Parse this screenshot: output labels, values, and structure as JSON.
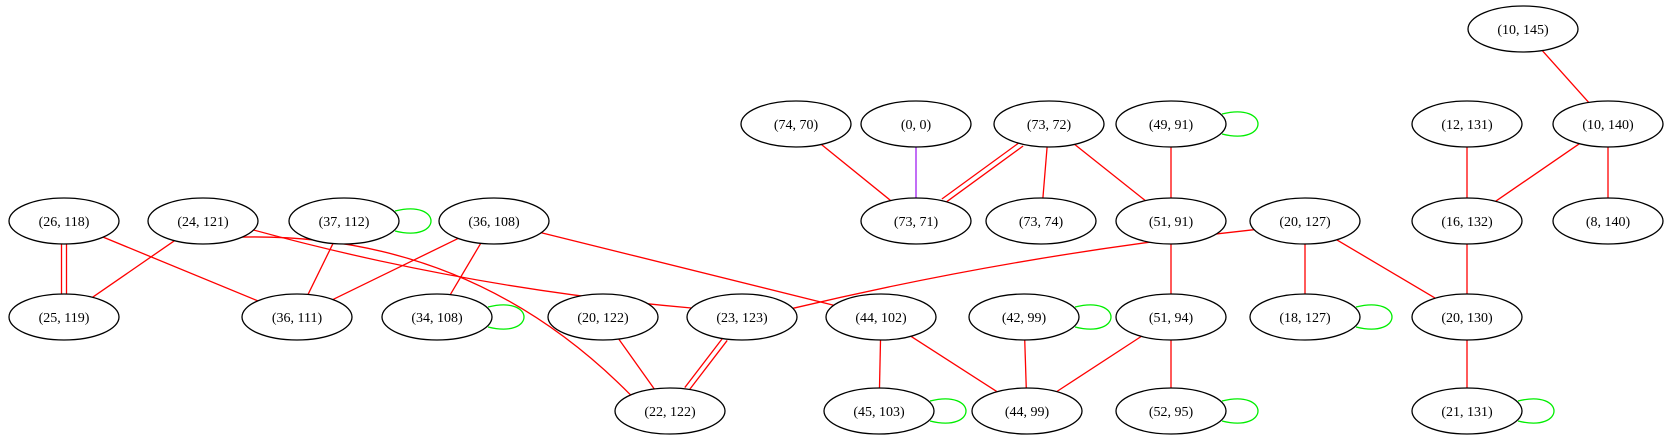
{
  "graph": {
    "colors": {
      "edge_red": "#ff0000",
      "edge_purple": "#a020f0",
      "self_loop_green": "#00ee00",
      "node_stroke": "#000000",
      "background": "#ffffff"
    },
    "nodes": [
      {
        "id": "n_10_145",
        "label": "(10, 145)"
      },
      {
        "id": "n_74_70",
        "label": "(74, 70)"
      },
      {
        "id": "n_0_0",
        "label": "(0, 0)"
      },
      {
        "id": "n_73_72",
        "label": "(73, 72)"
      },
      {
        "id": "n_49_91",
        "label": "(49, 91)"
      },
      {
        "id": "n_12_131",
        "label": "(12, 131)"
      },
      {
        "id": "n_10_140",
        "label": "(10, 140)"
      },
      {
        "id": "n_26_118",
        "label": "(26, 118)"
      },
      {
        "id": "n_24_121",
        "label": "(24, 121)"
      },
      {
        "id": "n_37_112",
        "label": "(37, 112)"
      },
      {
        "id": "n_36_108",
        "label": "(36, 108)"
      },
      {
        "id": "n_73_71",
        "label": "(73, 71)"
      },
      {
        "id": "n_73_74",
        "label": "(73, 74)"
      },
      {
        "id": "n_51_91",
        "label": "(51, 91)"
      },
      {
        "id": "n_20_127",
        "label": "(20, 127)"
      },
      {
        "id": "n_16_132",
        "label": "(16, 132)"
      },
      {
        "id": "n_8_140",
        "label": "(8, 140)"
      },
      {
        "id": "n_25_119",
        "label": "(25, 119)"
      },
      {
        "id": "n_36_111",
        "label": "(36, 111)"
      },
      {
        "id": "n_34_108",
        "label": "(34, 108)"
      },
      {
        "id": "n_20_122",
        "label": "(20, 122)"
      },
      {
        "id": "n_23_123",
        "label": "(23, 123)"
      },
      {
        "id": "n_44_102",
        "label": "(44, 102)"
      },
      {
        "id": "n_42_99",
        "label": "(42, 99)"
      },
      {
        "id": "n_51_94",
        "label": "(51, 94)"
      },
      {
        "id": "n_18_127",
        "label": "(18, 127)"
      },
      {
        "id": "n_20_130",
        "label": "(20, 130)"
      },
      {
        "id": "n_22_122",
        "label": "(22, 122)"
      },
      {
        "id": "n_45_103",
        "label": "(45, 103)"
      },
      {
        "id": "n_44_99",
        "label": "(44, 99)"
      },
      {
        "id": "n_52_95",
        "label": "(52, 95)"
      },
      {
        "id": "n_21_131",
        "label": "(21, 131)"
      }
    ],
    "edges": [
      {
        "from": "n_10_145",
        "to": "n_10_140",
        "color": "red"
      },
      {
        "from": "n_10_140",
        "to": "n_16_132",
        "color": "red"
      },
      {
        "from": "n_10_140",
        "to": "n_8_140",
        "color": "red"
      },
      {
        "from": "n_12_131",
        "to": "n_16_132",
        "color": "red"
      },
      {
        "from": "n_16_132",
        "to": "n_20_130",
        "color": "red"
      },
      {
        "from": "n_20_130",
        "to": "n_21_131",
        "color": "red"
      },
      {
        "from": "n_74_70",
        "to": "n_73_71",
        "color": "red"
      },
      {
        "from": "n_0_0",
        "to": "n_73_71",
        "color": "purple"
      },
      {
        "from": "n_73_72",
        "to": "n_73_71",
        "color": "red",
        "multiplicity": 2
      },
      {
        "from": "n_73_72",
        "to": "n_73_74",
        "color": "red"
      },
      {
        "from": "n_73_72",
        "to": "n_51_91",
        "color": "red"
      },
      {
        "from": "n_49_91",
        "to": "n_51_91",
        "color": "red"
      },
      {
        "from": "n_51_91",
        "to": "n_51_94",
        "color": "red"
      },
      {
        "from": "n_51_94",
        "to": "n_44_99",
        "color": "red"
      },
      {
        "from": "n_51_94",
        "to": "n_52_95",
        "color": "red"
      },
      {
        "from": "n_20_127",
        "to": "n_23_123",
        "color": "red"
      },
      {
        "from": "n_20_127",
        "to": "n_18_127",
        "color": "red"
      },
      {
        "from": "n_20_127",
        "to": "n_20_130",
        "color": "red"
      },
      {
        "from": "n_26_118",
        "to": "n_25_119",
        "color": "red",
        "multiplicity": 2
      },
      {
        "from": "n_26_118",
        "to": "n_36_111",
        "color": "red"
      },
      {
        "from": "n_24_121",
        "to": "n_25_119",
        "color": "red"
      },
      {
        "from": "n_24_121",
        "to": "n_23_123",
        "color": "red"
      },
      {
        "from": "n_24_121",
        "to": "n_22_122",
        "color": "red"
      },
      {
        "from": "n_37_112",
        "to": "n_36_111",
        "color": "red"
      },
      {
        "from": "n_36_108",
        "to": "n_36_111",
        "color": "red"
      },
      {
        "from": "n_36_108",
        "to": "n_34_108",
        "color": "red"
      },
      {
        "from": "n_36_108",
        "to": "n_44_102",
        "color": "red"
      },
      {
        "from": "n_20_122",
        "to": "n_22_122",
        "color": "red"
      },
      {
        "from": "n_23_123",
        "to": "n_22_122",
        "color": "red",
        "multiplicity": 2
      },
      {
        "from": "n_44_102",
        "to": "n_45_103",
        "color": "red"
      },
      {
        "from": "n_44_102",
        "to": "n_44_99",
        "color": "red"
      },
      {
        "from": "n_42_99",
        "to": "n_44_99",
        "color": "red"
      }
    ],
    "self_loops": [
      "n_49_91",
      "n_37_112",
      "n_34_108",
      "n_42_99",
      "n_18_127",
      "n_45_103",
      "n_52_95",
      "n_21_131"
    ]
  }
}
